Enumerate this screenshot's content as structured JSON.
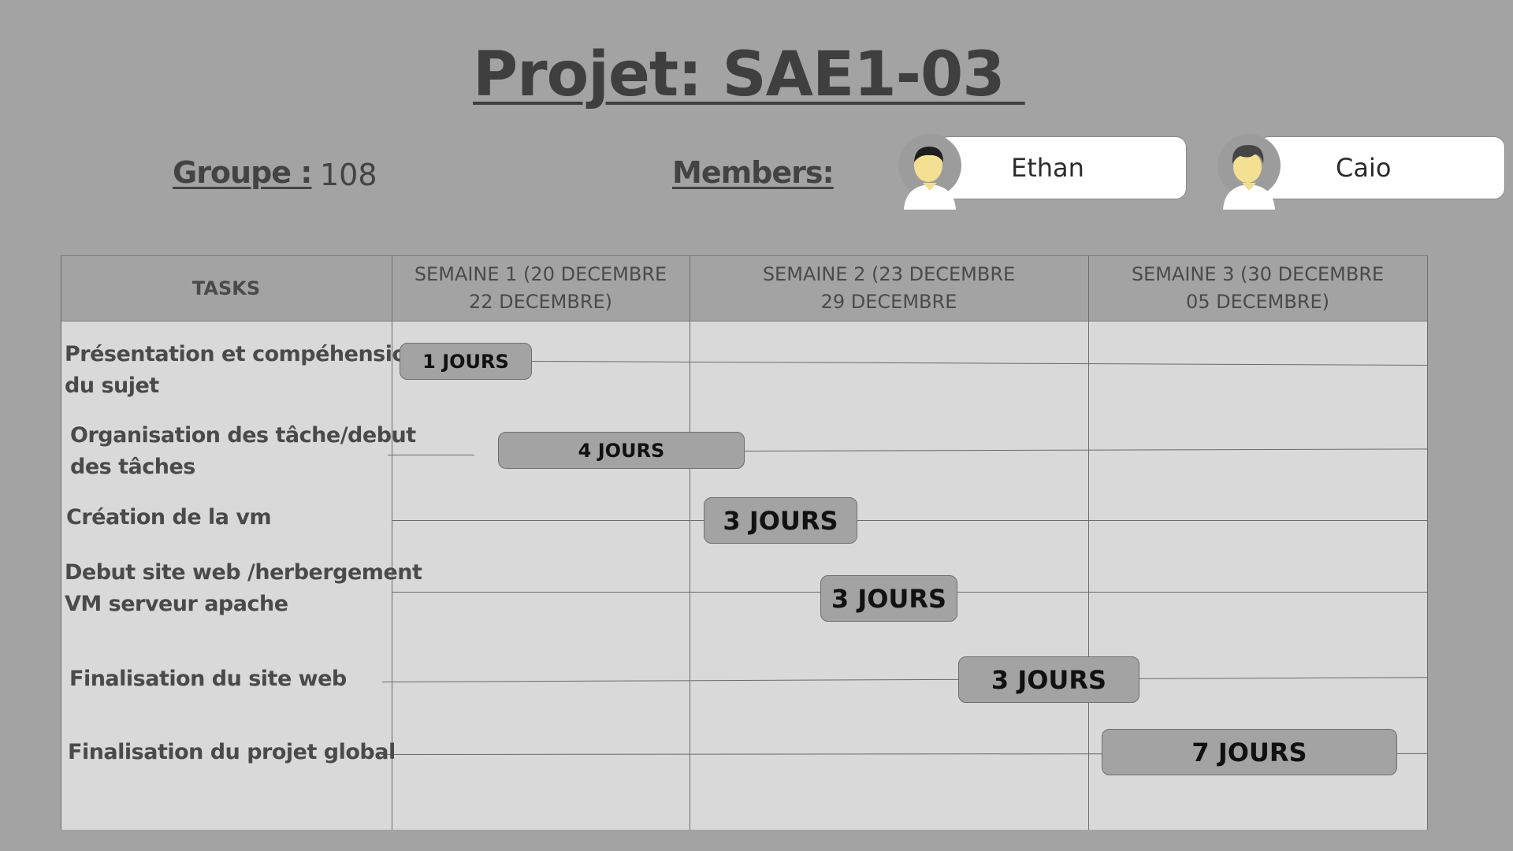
{
  "title": "Projet: SAE1-03 ",
  "groupe": {
    "label": "Groupe :",
    "value": "108"
  },
  "members": {
    "label": "Members:",
    "list": [
      {
        "name": "Ethan",
        "icon": "person-avatar-icon"
      },
      {
        "name": "Caio",
        "icon": "person-avatar-icon"
      }
    ]
  },
  "gantt": {
    "header": {
      "tasks": "TASKS",
      "weeks": [
        "SEMAINE 1 (20 DECEMBRE\n22 DECEMBRE)",
        "SEMAINE 2 (23 DECEMBRE\n29 DECEMBRE",
        "SEMAINE 3 (30 DECEMBRE\n05 DECEMBRE)"
      ]
    },
    "tasks": [
      {
        "name": "Présentation et compéhension\ndu sujet",
        "bar": "1 JOURS"
      },
      {
        "name": "Organisation des tâche/debut\ndes tâches",
        "bar": "4 JOURS"
      },
      {
        "name": "Création de la vm",
        "bar": "3 JOURS"
      },
      {
        "name": "Debut site web /herbergement\nVM serveur apache",
        "bar": "3 JOURS"
      },
      {
        "name": "Finalisation du site web",
        "bar": "3 JOURS"
      },
      {
        "name": "Finalisation du projet  global",
        "bar": "7 JOURS"
      }
    ]
  },
  "colors": {
    "background": "#a3a3a3",
    "grid": "#d9d9d9",
    "text": "#404040"
  }
}
